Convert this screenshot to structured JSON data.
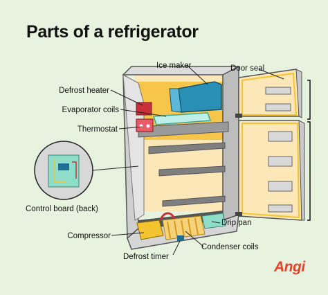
{
  "title": "Parts of a refrigerator",
  "labels": {
    "ice_maker": "Ice maker",
    "door_seal": "Door seal",
    "defrost_heater": "Defrost heater",
    "evaporator_coils": "Evaporator coils",
    "thermostat": "Thermostat",
    "control_board": "Control board (back)",
    "compressor": "Compressor",
    "drip_pan": "Drip pan",
    "condenser_coils": "Condenser coils",
    "defrost_timer": "Defrost timer"
  },
  "brand": "Angi",
  "colors": {
    "background": "#e8f3df",
    "interior": "#fbeccb",
    "cabinet": "#c9c9c9",
    "accent_blue": "#2a8fb5",
    "accent_red": "#c8303a",
    "accent_yellow": "#f4c430",
    "brand_red": "#e8402a"
  }
}
